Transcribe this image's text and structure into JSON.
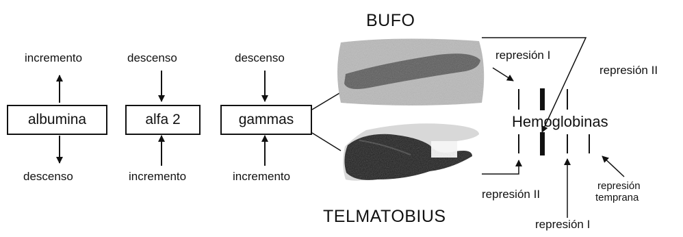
{
  "proteins": [
    {
      "name": "albumina",
      "top_label": "incremento",
      "bottom_label": "descenso"
    },
    {
      "name": "alfa 2",
      "top_label": "descenso",
      "bottom_label": "incremento"
    },
    {
      "name": "gammas",
      "top_label": "descenso",
      "bottom_label": "incremento"
    }
  ],
  "species": {
    "top": "BUFO",
    "bottom": "TELMATOBIUS"
  },
  "hemoglobins": {
    "title": "Hemoglobinas",
    "labels": {
      "top_repression_1": "represión I",
      "top_repression_2": "represión II",
      "bottom_repression_2": "represión II",
      "bottom_repression_1": "represión I",
      "early_repression_line1": "represión",
      "early_repression_line2": "temprana"
    }
  }
}
